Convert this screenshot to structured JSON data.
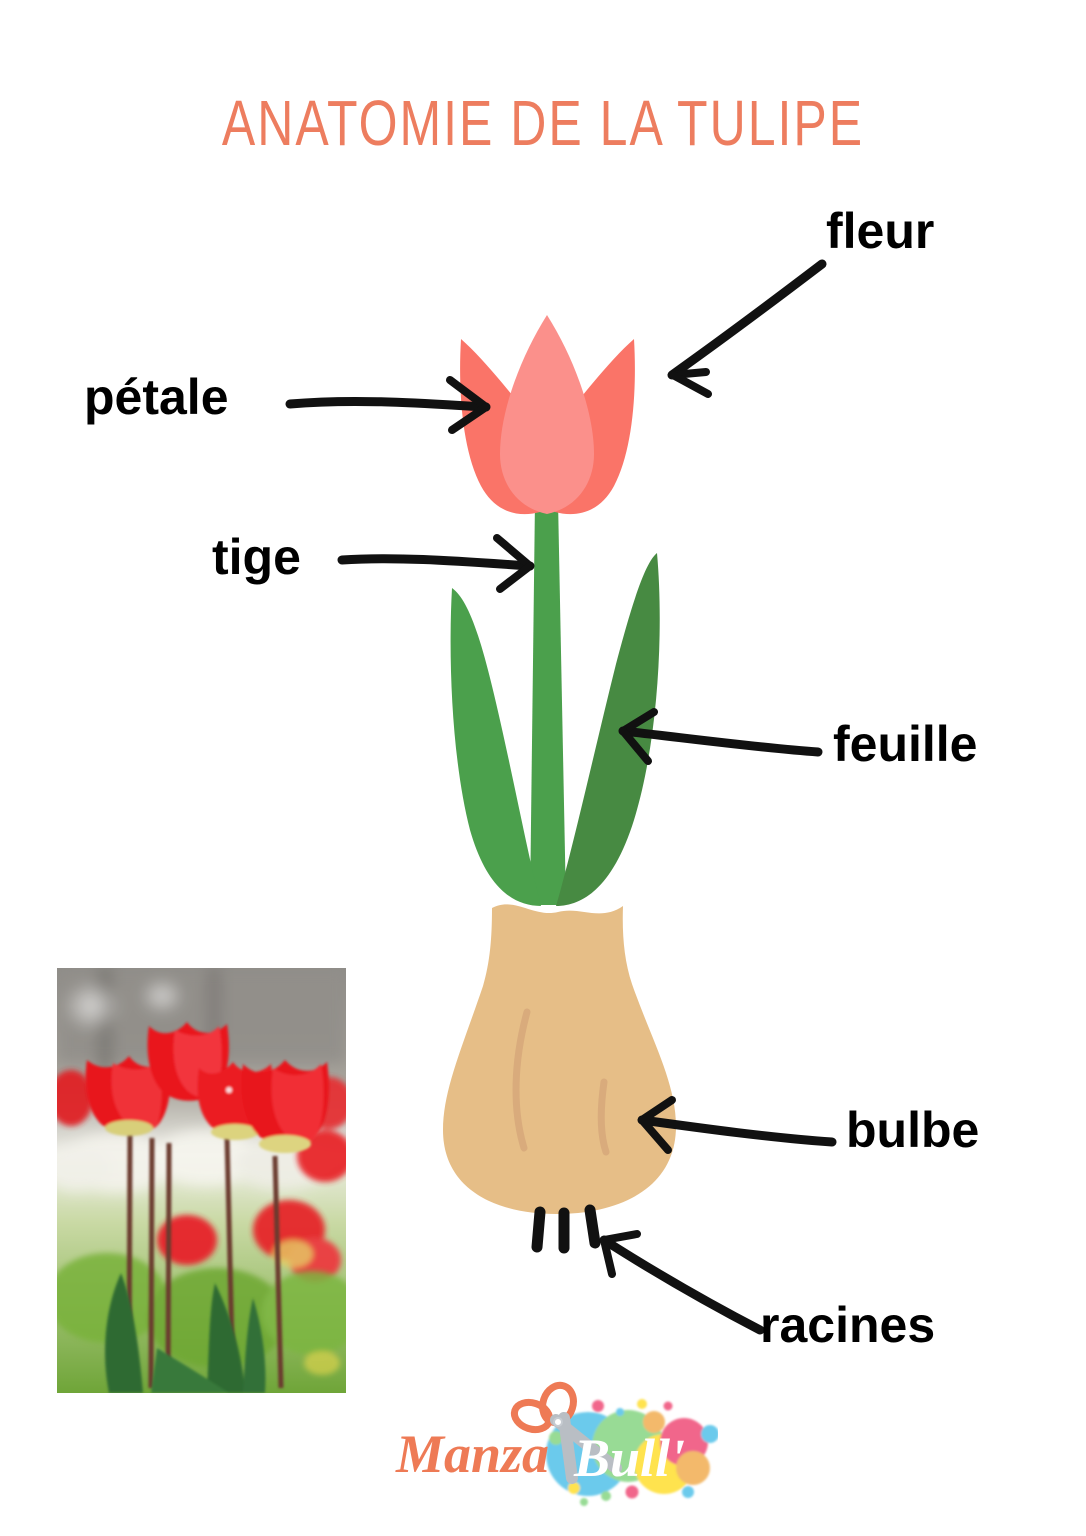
{
  "document": {
    "title": "ANATOMIE DE LA TULIPE",
    "language": "fr",
    "subject": "tulip anatomy educational poster",
    "background_color": "#FFFFFF",
    "title_color": "#ED7D5F"
  },
  "labels": {
    "fleur": "fleur",
    "petale": "pétale",
    "tige": "tige",
    "feuille": "feuille",
    "bulbe": "bulbe",
    "racines": "racines"
  },
  "diagram": {
    "parts": [
      {
        "name": "fleur",
        "label": "fleur",
        "color": "#FA7468",
        "description": "tulip flower head with three petals"
      },
      {
        "name": "petale",
        "label": "pétale",
        "color": "#FB908B",
        "description": "individual petal"
      },
      {
        "name": "tige",
        "label": "tige",
        "color": "#4BA04C",
        "description": "stem"
      },
      {
        "name": "feuille",
        "label": "feuille",
        "color": "#478A42",
        "description": "leaf"
      },
      {
        "name": "bulbe",
        "label": "bulbe",
        "color": "#E6BE87",
        "description": "bulb"
      },
      {
        "name": "racines",
        "label": "racines",
        "color": "#111111",
        "description": "roots"
      }
    ],
    "colors": {
      "petal_outer": "#FA7468",
      "petal_center": "#FB908B",
      "stem": "#4BA04C",
      "leaf_left": "#4BA04C",
      "leaf_right": "#478A42",
      "bulb": "#E6BE87",
      "bulb_line": "#D0A673",
      "roots": "#111111",
      "arrow": "#111111"
    }
  },
  "photo": {
    "alt": "photograph of red tulips in a sunlit garden",
    "colors": {
      "petal_red": "#E8141B",
      "petal_red_light": "#F4313A",
      "stem_brown": "#6B3B2E",
      "leaf_green": "#2F6B35",
      "grass": "#7FB23E",
      "blur_white": "#F2F2EC",
      "sky_grey": "#9A9A99"
    }
  },
  "logo": {
    "word_one": "Manza",
    "word_two": "Bull'",
    "word_one_color": "#EE7A55",
    "word_two_color": "#FFFFFF",
    "icon": "scissors-icon",
    "bubble_colors": [
      "#5BC5EA",
      "#8DD88A",
      "#FFE03A",
      "#F0577F",
      "#F2B25B",
      "#69D1E8"
    ]
  }
}
